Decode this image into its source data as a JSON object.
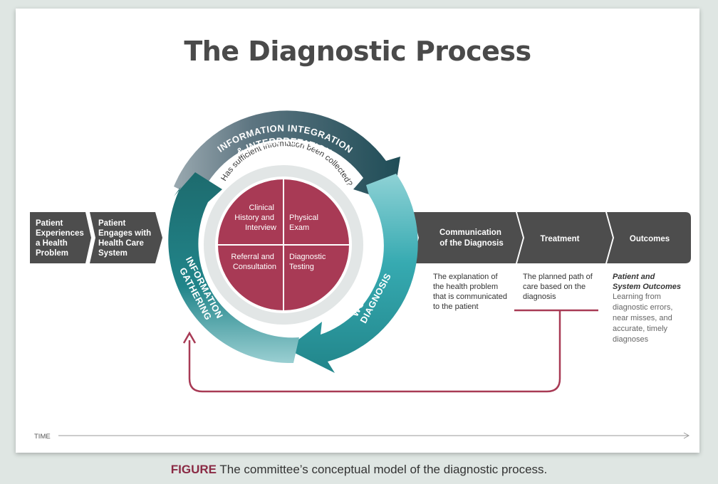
{
  "title": "The Diagnostic Process",
  "left_steps": [
    {
      "lines": [
        "Patient",
        "Experiences",
        "a Health",
        "Problem"
      ]
    },
    {
      "lines": [
        "Patient",
        "Engages with",
        "Health Care",
        "System"
      ]
    }
  ],
  "right_steps": [
    {
      "lines": [
        "Communication",
        "of the Diagnosis"
      ]
    },
    {
      "lines": [
        "Treatment"
      ]
    },
    {
      "lines": [
        "Outcomes"
      ]
    }
  ],
  "cycle": {
    "top_arc": [
      "INFORMATION INTEGRATION",
      "& INTERPRETATION"
    ],
    "left_arc": [
      "INFORMATION",
      "GATHERING"
    ],
    "right_arc": [
      "WORKING",
      "DIAGNOSIS"
    ],
    "question": "Has sufficient information been collected?",
    "quadrants": [
      {
        "lines": [
          "Clinical",
          "History and",
          "Interview"
        ]
      },
      {
        "lines": [
          "Physical",
          "Exam"
        ]
      },
      {
        "lines": [
          "Referral and",
          "Consultation"
        ]
      },
      {
        "lines": [
          "Diagnostic",
          "Testing"
        ]
      }
    ]
  },
  "descriptions": {
    "communication": [
      "The explanation of",
      "the health problem",
      "that is communicated",
      "to the patient"
    ],
    "treatment": [
      "The planned path of",
      "care based on the",
      "diagnosis"
    ],
    "outcomes_title": [
      "Patient and",
      "System Outcomes"
    ],
    "outcomes": [
      "Learning from",
      "diagnostic errors,",
      "near misses, and",
      "accurate, timely",
      "diagnoses"
    ]
  },
  "time_label": "TIME",
  "caption": {
    "label": "FIGURE",
    "text": " The committee’s conceptual model of the diagnostic process."
  },
  "colors": {
    "dark_gray": "#4d4d4d",
    "maroon": "#a83a55",
    "teal_dark": "#1d6b6e",
    "teal_mid": "#21858a",
    "teal_light": "#36aab1",
    "slate": "#5c7480"
  }
}
